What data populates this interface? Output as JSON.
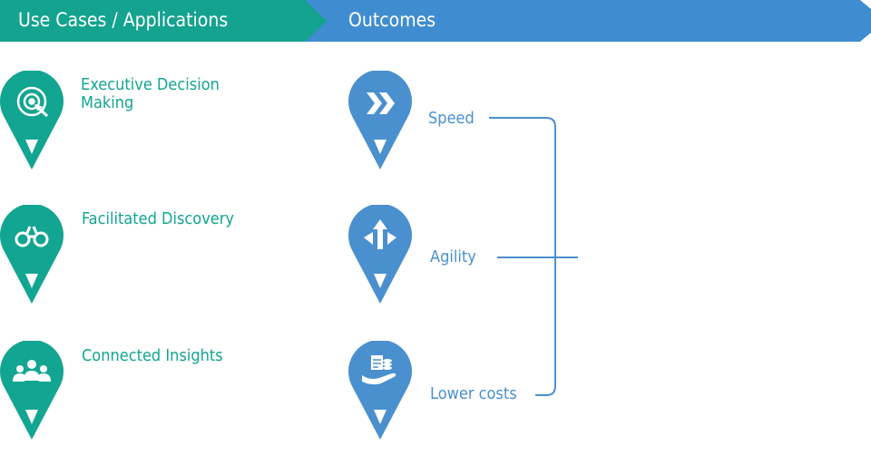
{
  "header": {
    "left_title": "Use Cases / Applications",
    "right_title": "Outcomes"
  },
  "colors": {
    "teal": "#12A591",
    "blue": "#4A90CF",
    "banner_teal": "#14A38F",
    "banner_blue": "#3F8DD0"
  },
  "use_cases": [
    {
      "label": "Executive Decision\nMaking",
      "icon": "target-click-icon"
    },
    {
      "label": "Facilitated Discovery",
      "icon": "binoculars-icon"
    },
    {
      "label": "Connected Insights",
      "icon": "people-group-icon"
    }
  ],
  "outcomes": [
    {
      "label": "Speed",
      "icon": "fast-forward-icon"
    },
    {
      "label": "Agility",
      "icon": "arrows-split-icon"
    },
    {
      "label": "Lower costs",
      "icon": "hand-coins-icon"
    }
  ]
}
